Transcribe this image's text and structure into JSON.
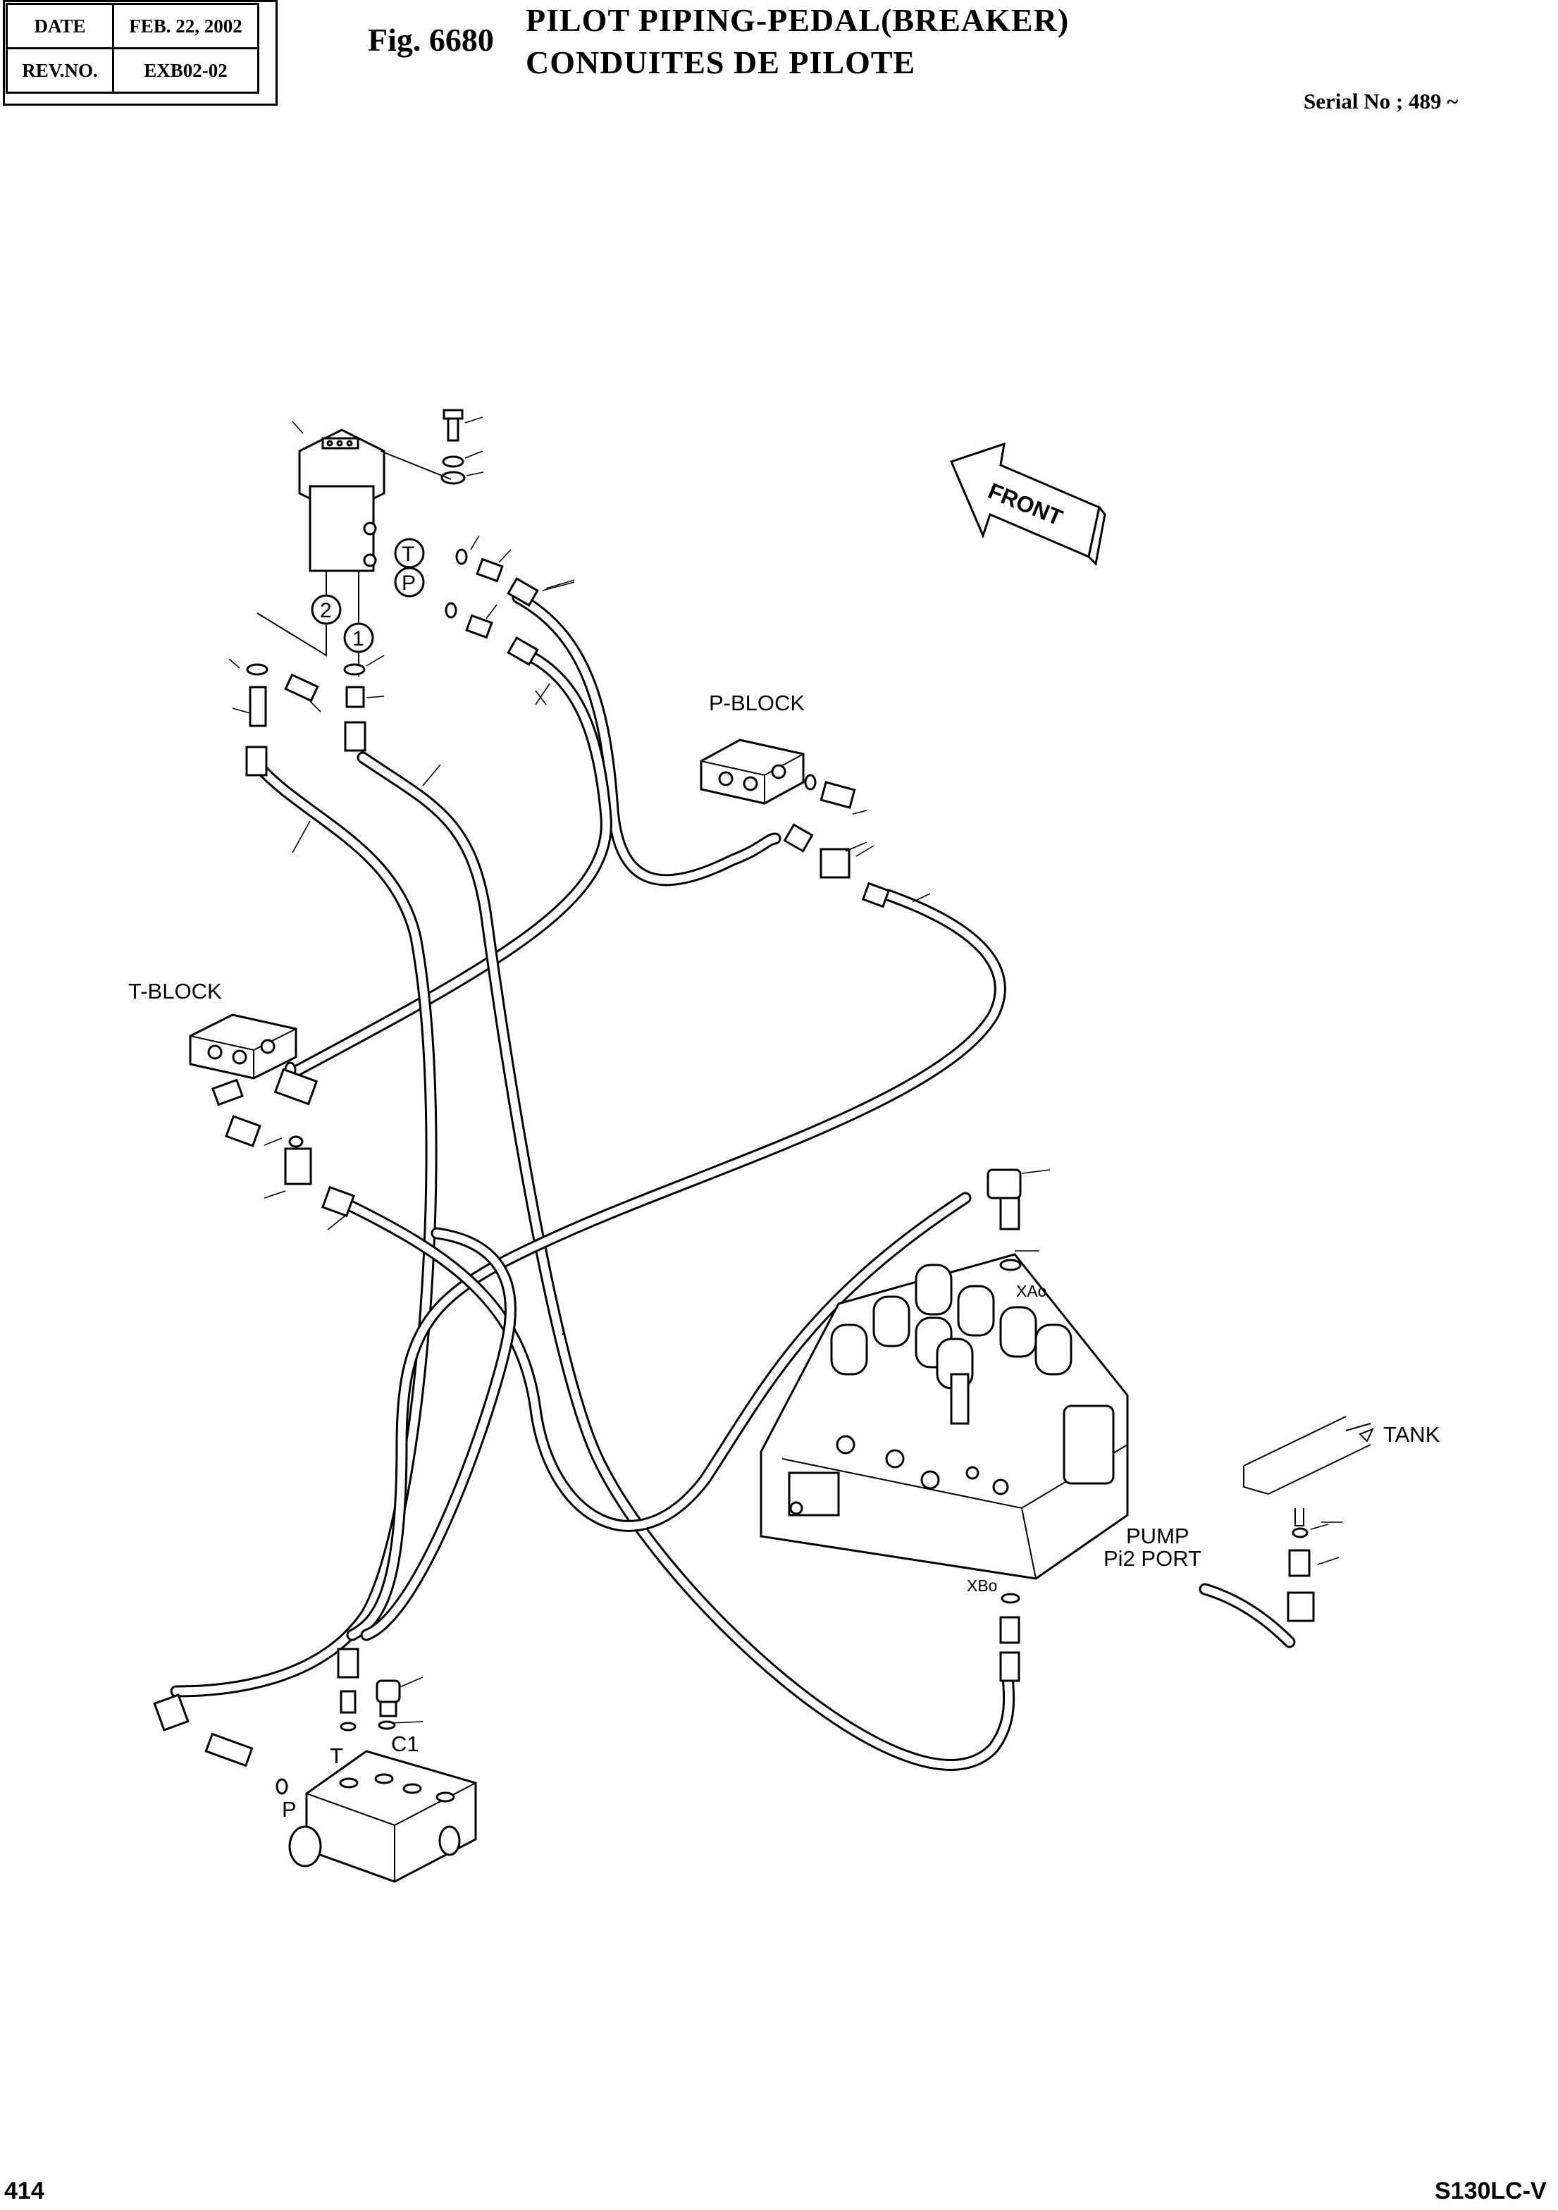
{
  "header": {
    "date_label": "DATE",
    "date_value": "FEB. 22, 2002",
    "rev_label": "REV.NO.",
    "rev_value": "EXB02-02"
  },
  "figure": {
    "number": "Fig. 6680",
    "title_en": "PILOT PIPING-PEDAL(BREAKER)",
    "title_fr": "CONDUITES DE PILOTE",
    "serial": "Serial No ; 489 ~"
  },
  "labels": {
    "front": "FRONT",
    "p_block": "P-BLOCK",
    "t_block": "T-BLOCK",
    "tank": "TANK",
    "pump_line1": "PUMP",
    "pump_line2": "Pi2  PORT",
    "xao": "XAo",
    "xbo": "XBo",
    "port_t_pedal": "T",
    "port_p_pedal": "P",
    "port_2": "2",
    "port_1": "1",
    "block_t": "T",
    "block_c1": "C1",
    "block_p": "P"
  },
  "footer": {
    "page_number": "414",
    "model": "S130LC-V"
  }
}
